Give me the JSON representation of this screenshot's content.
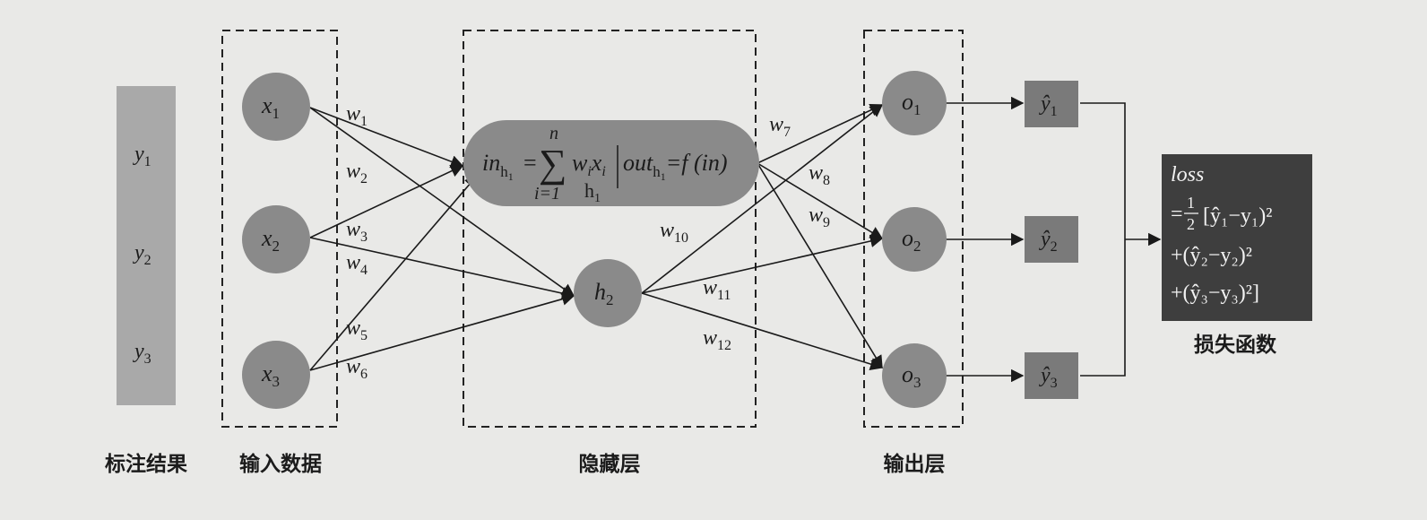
{
  "labels": {
    "annotation": "标注结果",
    "input": "输入数据",
    "hidden": "隐藏层",
    "output": "输出层",
    "loss_caption": "损失函数"
  },
  "targets": [
    {
      "base": "y",
      "sub": "1"
    },
    {
      "base": "y",
      "sub": "2"
    },
    {
      "base": "y",
      "sub": "3"
    }
  ],
  "inputs": [
    {
      "base": "x",
      "sub": "1"
    },
    {
      "base": "x",
      "sub": "2"
    },
    {
      "base": "x",
      "sub": "3"
    }
  ],
  "hidden_formula": {
    "in_base": "in",
    "in_sub": "h",
    "in_sub2": "1",
    "eq": "=",
    "sum_top": "n",
    "sum_sym": "∑",
    "sum_bottom": "i=1",
    "w": "w",
    "w_sub": "i",
    "x": "x",
    "x_sub": "i",
    "below": "h",
    "below_sub": "1",
    "out_base": "out",
    "out_sub": "h",
    "out_sub2": "1",
    "out_rest": "=f (in)"
  },
  "hidden2": {
    "base": "h",
    "sub": "2"
  },
  "outputs": [
    {
      "base": "o",
      "sub": "1"
    },
    {
      "base": "o",
      "sub": "2"
    },
    {
      "base": "o",
      "sub": "3"
    }
  ],
  "predictions": [
    {
      "base": "ŷ",
      "sub": "1"
    },
    {
      "base": "ŷ",
      "sub": "2"
    },
    {
      "base": "ŷ",
      "sub": "3"
    }
  ],
  "weights": [
    {
      "base": "w",
      "sub": "1"
    },
    {
      "base": "w",
      "sub": "2"
    },
    {
      "base": "w",
      "sub": "3"
    },
    {
      "base": "w",
      "sub": "4"
    },
    {
      "base": "w",
      "sub": "5"
    },
    {
      "base": "w",
      "sub": "6"
    },
    {
      "base": "w",
      "sub": "7"
    },
    {
      "base": "w",
      "sub": "8"
    },
    {
      "base": "w",
      "sub": "9"
    },
    {
      "base": "w",
      "sub": "10"
    },
    {
      "base": "w",
      "sub": "11"
    },
    {
      "base": "w",
      "sub": "12"
    }
  ],
  "loss": {
    "title": "loss",
    "line1_prefix": "=",
    "half_num": "1",
    "half_den": "2",
    "line1": "[ŷ₁−y₁)²",
    "line2": "+(ŷ₂−y₂)²",
    "line3": "+(ŷ₃−y₃)²]"
  },
  "colors": {
    "background": "#e9e9e7",
    "node": "#8a8a8a",
    "target_bar": "#a9a9a9",
    "pred_box": "#7a7a7a",
    "loss_box": "#3e3e3e",
    "line": "#1a1a1a"
  }
}
